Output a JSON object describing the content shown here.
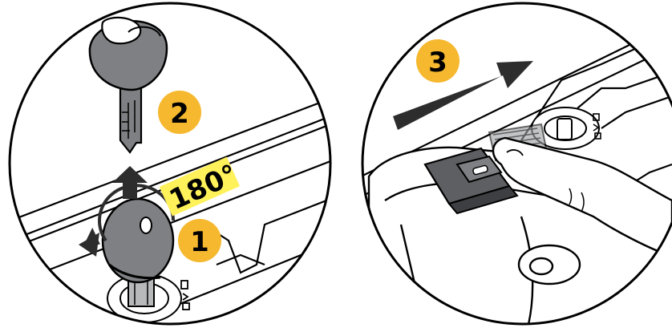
{
  "steps": [
    {
      "number": "1"
    },
    {
      "number": "2"
    },
    {
      "number": "3"
    }
  ],
  "rotation": {
    "label": "180°"
  },
  "colors": {
    "badge": "#F5B82E",
    "highlight": "#FFF15A",
    "key": "#7F8083",
    "arrow": "#2D2D2D",
    "line": "#000000"
  },
  "icons": [
    "key-icon",
    "up-arrow-icon",
    "rotate-arrow-icon",
    "slide-arrow-icon",
    "finger-icon",
    "latch-button-icon"
  ]
}
